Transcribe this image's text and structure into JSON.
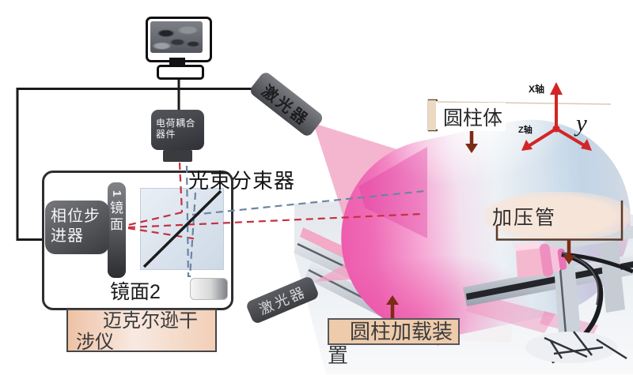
{
  "diagram": {
    "title_context": "Michelson interferometer laser measurement setup for a pressurized cylinder",
    "ccd_label": "电荷耦合器件",
    "beam_splitter_label": "光束分束器",
    "mirror1": {
      "chars": [
        "1",
        "镜",
        "面"
      ]
    },
    "mirror2_label": "镜面2",
    "phase_stepper_label": "相位步进器",
    "interferometer_label": "迈克尔逊干涉仪",
    "laser_top_label": "激光器",
    "laser_bottom_label": "激光器",
    "cylinder_label": "圆柱体",
    "pressure_tube_label": "加压管",
    "loading_device_label": "圆柱加载装置",
    "axes": {
      "x": "X轴",
      "z": "Z轴",
      "y": "y"
    },
    "colors": {
      "axis_red": "#d32525",
      "beam_path_red": "#c63040",
      "beam_path_blue": "#6d84a3",
      "laser_beam_pink": "#f2a6c4",
      "cylinder_pink": "#ee55ab",
      "cylinder_blue": "#c2d5e7",
      "label_peach": "#eec2a5",
      "label_tan": "#eecbaa",
      "annotation_arrow_brown": "#7c2b15",
      "wire_black": "#1a1a1a"
    }
  }
}
